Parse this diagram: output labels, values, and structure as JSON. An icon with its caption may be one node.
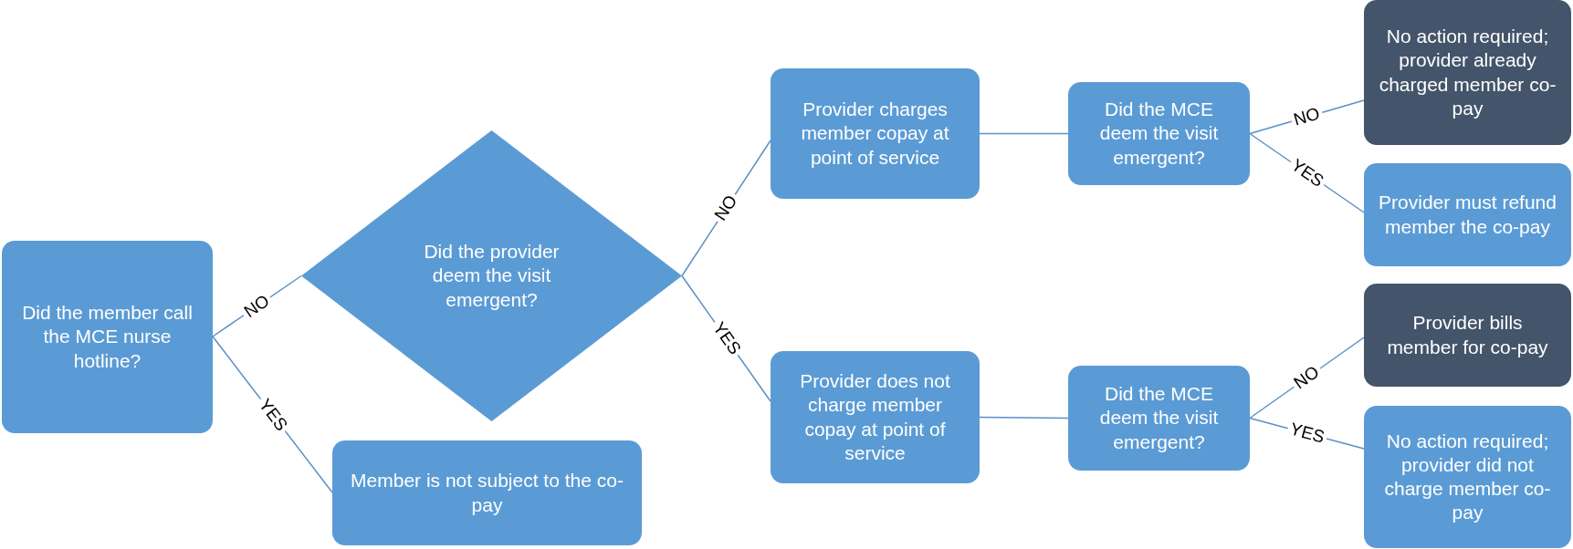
{
  "diagram": {
    "nodes": [
      {
        "text": [
          "Did the member call the MCE nurse hotline?"
        ]
      },
      {
        "text": [
          "Did the provider deem the visit emergent?"
        ]
      },
      {
        "text": [
          "Member is not subject to the co-pay"
        ]
      },
      {
        "text": [
          "Provider charges member copay at point of service"
        ]
      },
      {
        "text": [
          "Provider does not charge member copay at point of service"
        ]
      },
      {
        "text": [
          "Did the MCE deem the visit emergent?"
        ]
      },
      {
        "text": [
          "Did the MCE deem the visit emergent?"
        ]
      },
      {
        "text": [
          "No action required; provider already charged member co-pay"
        ]
      },
      {
        "text": [
          "Provider must refund member the co-pay"
        ]
      },
      {
        "text": [
          "Provider bills member for co-pay"
        ]
      },
      {
        "text": [
          "No action required; provider did not charge member co-pay"
        ]
      }
    ],
    "edges": [
      {
        "from": 0,
        "to": 1,
        "arrow": "none",
        "label": "NO"
      },
      {
        "from": 0,
        "to": 2,
        "arrow": "none",
        "label": "YES"
      },
      {
        "from": 1,
        "to": 3,
        "arrow": "none",
        "label": "NO"
      },
      {
        "from": 1,
        "to": 4,
        "arrow": "none",
        "label": "YES"
      },
      {
        "from": 3,
        "to": 5,
        "arrow": "none"
      },
      {
        "from": 4,
        "to": 6,
        "arrow": "none"
      },
      {
        "from": 5,
        "to": 7,
        "arrow": "none",
        "label": "NO"
      },
      {
        "from": 5,
        "to": 8,
        "arrow": "none",
        "label": "YES"
      },
      {
        "from": 6,
        "to": 9,
        "arrow": "none",
        "label": "NO"
      },
      {
        "from": 6,
        "to": 10,
        "arrow": "none",
        "label": "YES"
      }
    ]
  }
}
